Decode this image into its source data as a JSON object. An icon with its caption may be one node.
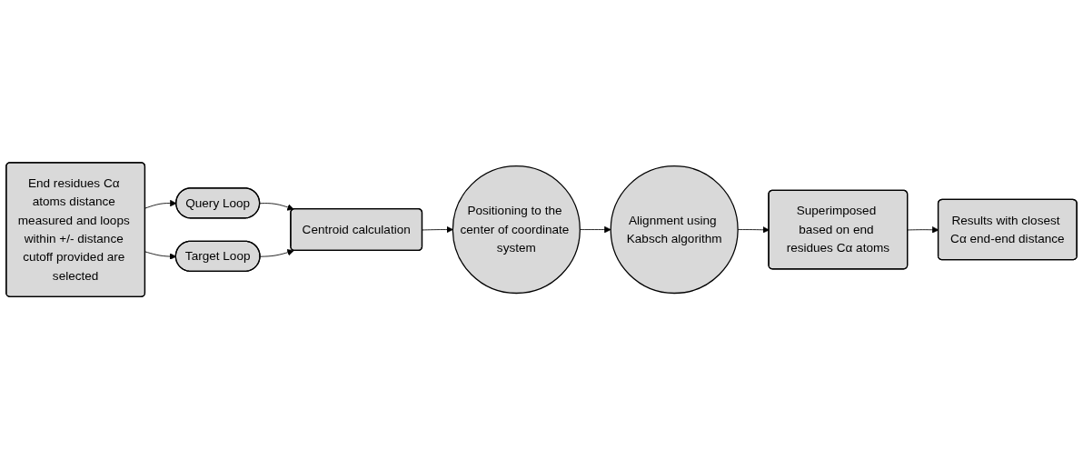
{
  "diagram": {
    "nodes": [
      {
        "text": [
          "End residues Cα atoms distance measured and loops within +/- distance cutoff provided are selected"
        ]
      },
      {
        "text": [
          "Query Loop"
        ]
      },
      {
        "text": [
          "Target Loop"
        ]
      },
      {
        "text": [
          "Centroid calculation"
        ]
      },
      {
        "text": [
          "Positioning to the center of coordinate system"
        ]
      },
      {
        "text": [
          "Alignment using Kabsch algorithm"
        ]
      },
      {
        "text": [
          "Superimposed based on end residues Cα atoms"
        ]
      },
      {
        "text": [
          "Results with closest Cα end-end distance"
        ]
      }
    ],
    "edges": [
      {
        "from": 0,
        "to": 1,
        "arrow": "to"
      },
      {
        "from": 0,
        "to": 2,
        "arrow": "to"
      },
      {
        "from": 1,
        "to": 3,
        "arrow": "to"
      },
      {
        "from": 2,
        "to": 3,
        "arrow": "to"
      },
      {
        "from": 3,
        "to": 4,
        "arrow": "to"
      },
      {
        "from": 4,
        "to": 5,
        "arrow": "to"
      },
      {
        "from": 5,
        "to": 6,
        "arrow": "to"
      },
      {
        "from": 6,
        "to": 7,
        "arrow": "to"
      }
    ]
  }
}
